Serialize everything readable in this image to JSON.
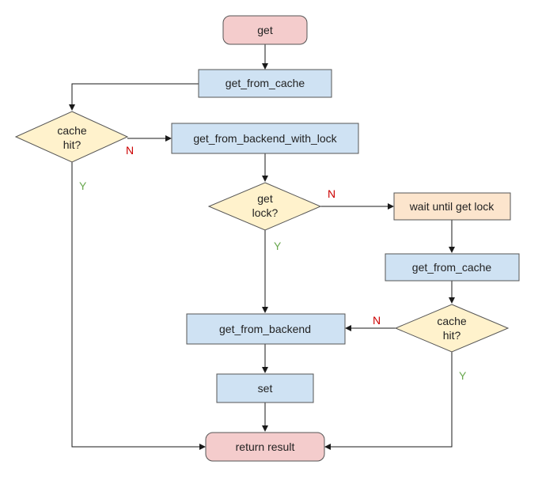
{
  "colors": {
    "terminal_fill": "#f4cccc",
    "terminal_stroke": "#555555",
    "process_fill": "#cfe2f3",
    "process_stroke": "#555555",
    "decision_fill": "#fff2cc",
    "decision_stroke": "#555555",
    "wait_fill": "#fce5cd",
    "line": "#1a1a1a",
    "no_label": "#cc0000",
    "yes_label": "#6aa84f"
  },
  "nodes": {
    "start": {
      "lines": [
        "get"
      ]
    },
    "get_from_cache_1": {
      "lines": [
        "get_from_cache"
      ]
    },
    "cache_hit_1": {
      "lines": [
        "cache",
        "hit?"
      ]
    },
    "get_from_backend_with_lock": {
      "lines": [
        "get_from_backend_with_lock"
      ]
    },
    "get_lock": {
      "lines": [
        "get",
        "lock?"
      ]
    },
    "wait_until_get_lock": {
      "lines": [
        "wait until get lock"
      ]
    },
    "get_from_cache_2": {
      "lines": [
        "get_from_cache"
      ]
    },
    "cache_hit_2": {
      "lines": [
        "cache",
        "hit?"
      ]
    },
    "get_from_backend": {
      "lines": [
        "get_from_backend"
      ]
    },
    "set": {
      "lines": [
        "set"
      ]
    },
    "return_result": {
      "lines": [
        "return result"
      ]
    }
  },
  "edge_labels": {
    "cache_hit_1_no": "N",
    "cache_hit_1_yes": "Y",
    "get_lock_no": "N",
    "get_lock_yes": "Y",
    "cache_hit_2_no": "N",
    "cache_hit_2_yes": "Y"
  }
}
